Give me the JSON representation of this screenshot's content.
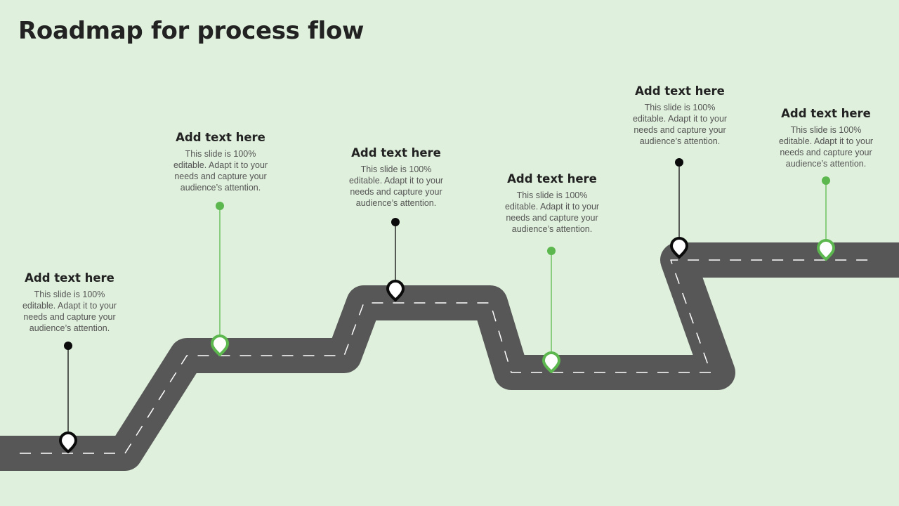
{
  "title": "Roadmap for process flow",
  "colors": {
    "background": "#dff0dc",
    "road": "#575757",
    "accent_green": "#5cb84e",
    "accent_black": "#0b0b0b"
  },
  "milestones": [
    {
      "heading": "Add text here",
      "body": "This slide is 100% editable. Adapt it to your needs and capture your audience’s attention.",
      "marker_color": "black",
      "icon": "location-pin-icon"
    },
    {
      "heading": "Add text here",
      "body": "This slide is 100% editable. Adapt it to your needs and capture your audience’s attention.",
      "marker_color": "green",
      "icon": "location-pin-icon"
    },
    {
      "heading": "Add text here",
      "body": "This slide is 100% editable. Adapt it to your needs and capture your audience’s attention.",
      "marker_color": "black",
      "icon": "location-pin-icon"
    },
    {
      "heading": "Add text here",
      "body": "This slide is 100% editable. Adapt it to your needs and capture your audience’s attention.",
      "marker_color": "green",
      "icon": "location-pin-icon"
    },
    {
      "heading": "Add text here",
      "body": "This slide is 100% editable. Adapt it to your needs and capture your audience’s attention.",
      "marker_color": "black",
      "icon": "location-pin-icon"
    },
    {
      "heading": "Add text here",
      "body": "This slide is 100% editable. Adapt it to your needs and capture your audience’s attention.",
      "marker_color": "green",
      "icon": "location-pin-icon"
    }
  ]
}
